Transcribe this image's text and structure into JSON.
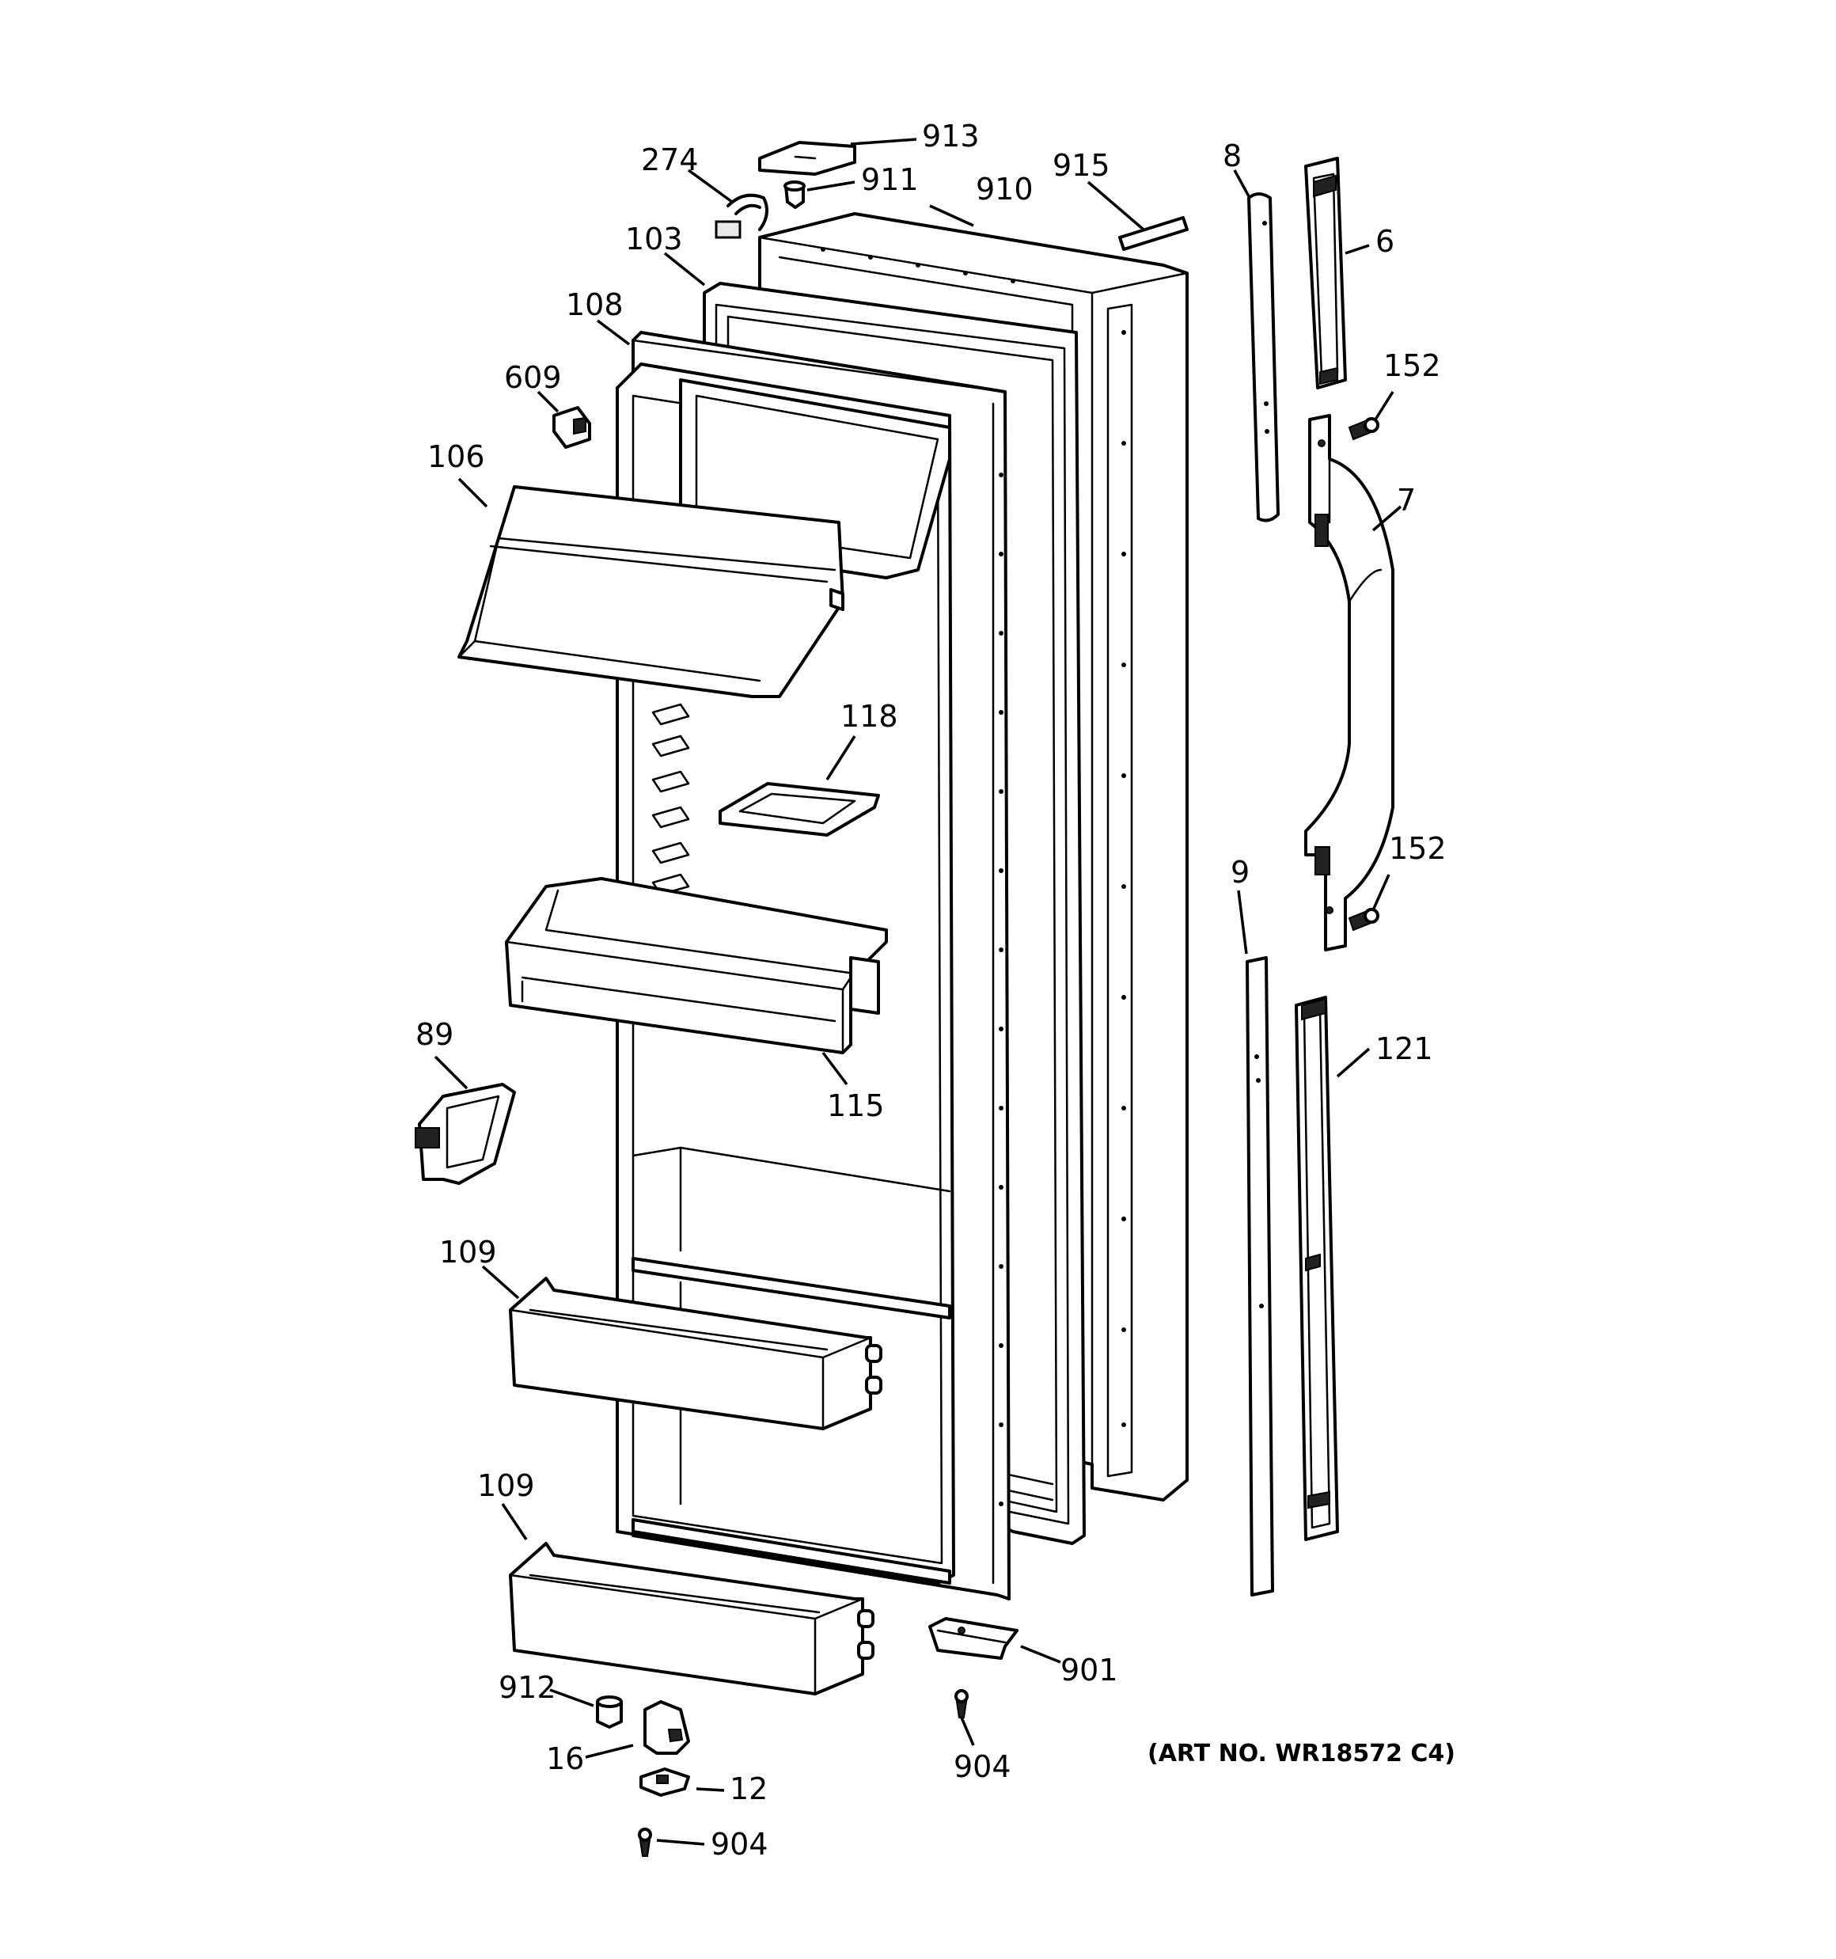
{
  "callouts": {
    "c913": "913",
    "c274": "274",
    "c911": "911",
    "c910": "910",
    "c915": "915",
    "c8": "8",
    "c6": "6",
    "c103": "103",
    "c108": "108",
    "c152a": "152",
    "c609": "609",
    "c106": "106",
    "c7": "7",
    "c118": "118",
    "c9": "9",
    "c152b": "152",
    "c89": "89",
    "c115": "115",
    "c121": "121",
    "c109a": "109",
    "c109b": "109",
    "c901": "901",
    "c912": "912",
    "c16": "16",
    "c12": "12",
    "c904a": "904",
    "c904b": "904"
  },
  "art_number": "(ART NO. WR18572 C4)"
}
